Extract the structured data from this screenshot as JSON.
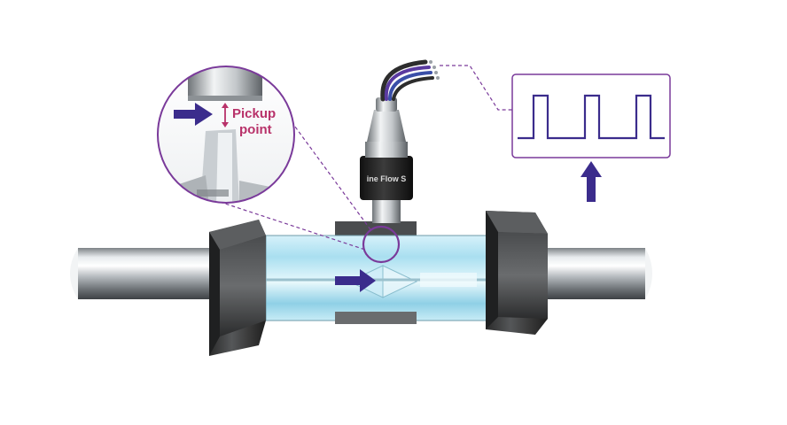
{
  "labels": {
    "pickup_line1": "Pickup",
    "pickup_line2": "point",
    "sensor_body": "ine Flow S"
  },
  "colors": {
    "accent": "#7a3a9a",
    "arrow": "#3b2c8c",
    "pickup_text": "#b8326a",
    "pulse_wave": "#3b2c8c",
    "nut": "#3c3c3c",
    "glass": "#a9dff0"
  },
  "icons": {
    "flow_arrow": "right-arrow-icon",
    "pickup_arrow": "right-arrow-icon",
    "signal_arrow": "up-arrow-icon"
  }
}
